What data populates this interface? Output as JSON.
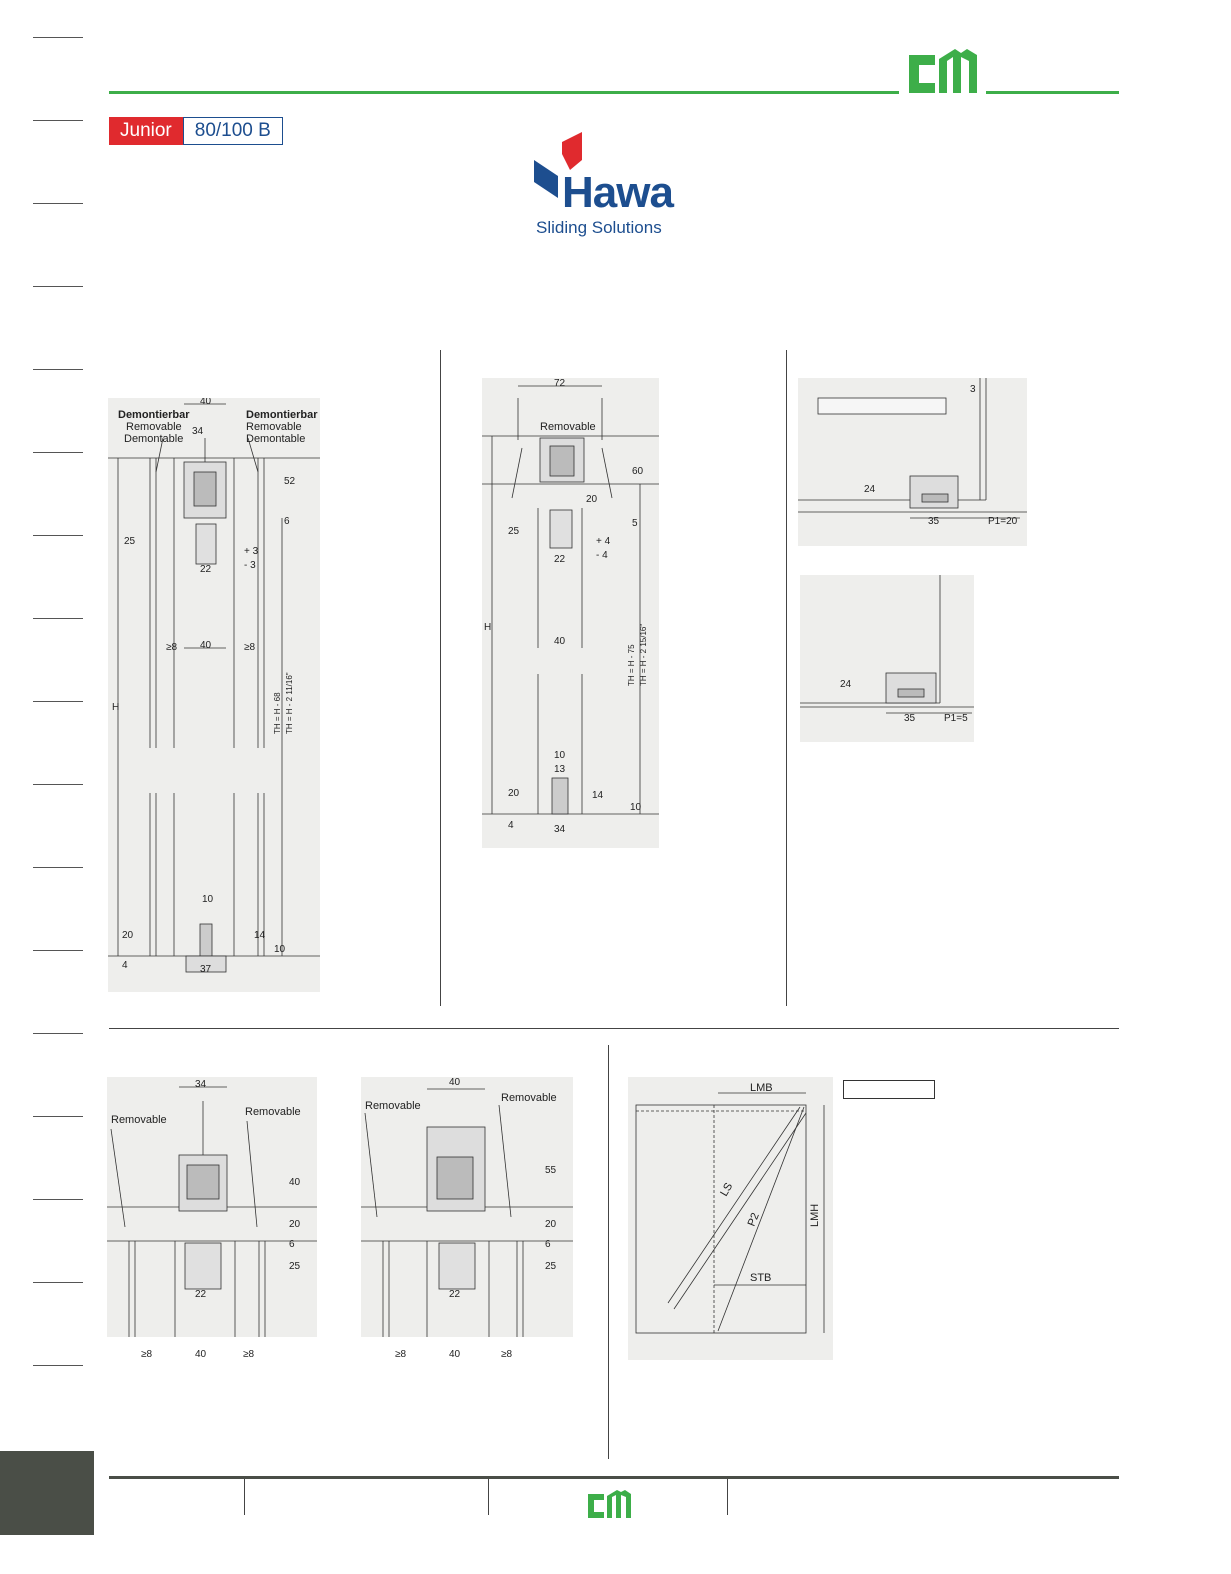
{
  "header": {
    "badge_series": "Junior",
    "badge_model": "80/100 B",
    "brand_color": "#3dae49",
    "logo_icon": "cm-logo-icon"
  },
  "hawa_logo": {
    "name": "Hawa",
    "tagline": "Sliding Solutions",
    "blue": "#1d4e8f",
    "red": "#e02a2e"
  },
  "drawing1": {
    "label_de": "Demontierbar",
    "label_en": "Removable",
    "label_fr": "Demontable",
    "d_40": "40",
    "d_34": "34",
    "d_52": "52",
    "d_6": "6",
    "d_25": "25",
    "d_22": "22",
    "d_p3": "+ 3",
    "d_m3": "- 3",
    "d_ge8": "≥8",
    "d_h": "H",
    "d_th": "TH = H - 68",
    "d_th_in": "TH = H - 2 11/16\"",
    "d_10": "10",
    "d_20": "20",
    "d_14": "14",
    "d_4": "4",
    "d_37": "37"
  },
  "drawing2": {
    "label": "Removable",
    "d_72": "72",
    "d_60": "60",
    "d_20": "20",
    "d_5": "5",
    "d_25": "25",
    "d_22": "22",
    "d_p4": "+ 4",
    "d_m4": "- 4",
    "d_40": "40",
    "d_h": "H",
    "d_th": "TH = H - 75",
    "d_th_in": "TH = H - 2 15/16\"",
    "d_10": "10",
    "d_13": "13",
    "d_14": "14",
    "d_4": "4",
    "d_34": "34"
  },
  "drawing3": {
    "d_3": "3",
    "d_24": "24",
    "d_35": "35",
    "d_p1": "P1=20"
  },
  "drawing4": {
    "d_24": "24",
    "d_35": "35",
    "d_p1": "P1=5"
  },
  "drawing5": {
    "label_l": "Removable",
    "label_r": "Removable",
    "d_34": "34",
    "d_40": "40",
    "d_20": "20",
    "d_6": "6",
    "d_25": "25",
    "d_22": "22",
    "d_ge8": "≥8",
    "d_w40": "40"
  },
  "drawing6": {
    "label_l": "Removable",
    "label_r": "Removable",
    "d_40": "40",
    "d_55": "55",
    "d_20": "20",
    "d_6": "6",
    "d_25": "25",
    "d_22": "22",
    "d_ge8": "≥8",
    "d_w40": "40"
  },
  "drawing7": {
    "lmb": "LMB",
    "lmh": "LMH",
    "ls": "LS",
    "p2": "P2",
    "stb": "STB"
  }
}
